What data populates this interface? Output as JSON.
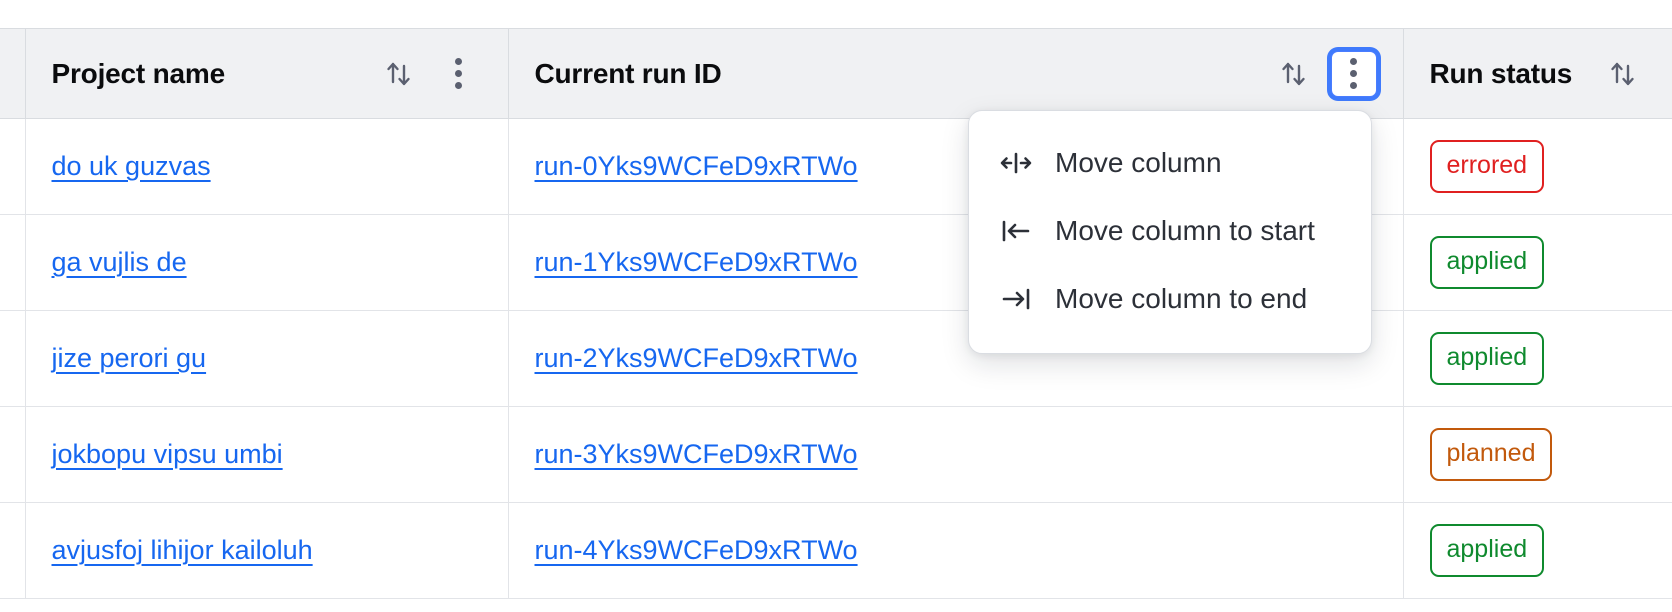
{
  "table": {
    "columns": [
      {
        "key": "select",
        "label": "",
        "sortable": false,
        "menu": false
      },
      {
        "key": "project_name",
        "label": "Project name",
        "sortable": true,
        "menu": true,
        "sort_icon": "sort-updown-icon",
        "menu_icon": "kebab-menu-icon"
      },
      {
        "key": "current_run_id",
        "label": "Current run ID",
        "sortable": true,
        "menu": true,
        "sort_icon": "sort-updown-icon",
        "menu_icon": "kebab-menu-icon",
        "menu_open": true
      },
      {
        "key": "run_status",
        "label": "Run status",
        "sortable": true,
        "menu": false,
        "sort_icon": "sort-updown-icon"
      }
    ],
    "rows": [
      {
        "project_name": "do uk guzvas",
        "current_run_id": "run-0Yks9WCFeD9xRTWo",
        "run_status": "errored",
        "status_kind": "errored"
      },
      {
        "project_name": "ga vujlis de",
        "current_run_id": "run-1Yks9WCFeD9xRTWo",
        "run_status": "applied",
        "status_kind": "applied"
      },
      {
        "project_name": "jize perori gu",
        "current_run_id": "run-2Yks9WCFeD9xRTWo",
        "run_status": "applied",
        "status_kind": "applied"
      },
      {
        "project_name": "jokbopu vipsu umbi",
        "current_run_id": "run-3Yks9WCFeD9xRTWo",
        "run_status": "planned",
        "status_kind": "planned"
      },
      {
        "project_name": "avjusfoj lihijor kailoluh",
        "current_run_id": "run-4Yks9WCFeD9xRTWo",
        "run_status": "applied",
        "status_kind": "applied"
      }
    ]
  },
  "column_menu": {
    "open_for_column": "Current run ID",
    "items": [
      {
        "label": "Move column",
        "icon": "move-column-icon"
      },
      {
        "label": "Move column to start",
        "icon": "move-column-to-start-icon"
      },
      {
        "label": "Move column to end",
        "icon": "move-column-to-end-icon"
      }
    ]
  },
  "colors": {
    "link": "#1667f0",
    "header_bg": "#f0f1f3",
    "border": "#d9dce0",
    "row_border": "#e2e4e8",
    "focus_ring": "#3f7afc",
    "status_errored": "#e02020",
    "status_applied": "#0f8a2e",
    "status_planned": "#c2590c",
    "icon_gray": "#5b6070",
    "menu_text": "#2c3038"
  }
}
